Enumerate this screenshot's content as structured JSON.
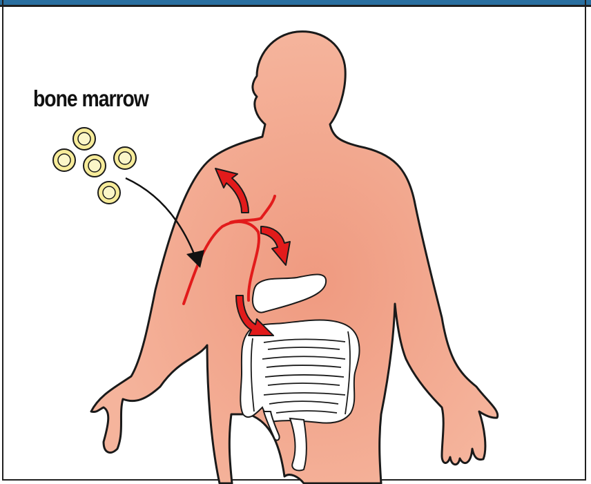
{
  "diagram": {
    "label": "bone marrow",
    "colors": {
      "skin": "#f5b49c",
      "skin_glow": "#ef9a80",
      "outline": "#1a1a1a",
      "vessel": "#e21b1b",
      "arrow_fill": "#e21b1b",
      "cell_fill": "#f7ec9a",
      "cell_ring": "#fbf6c8",
      "organ_fill": "#ffffff",
      "frame_top": "#2a6fa0"
    },
    "icons": [
      "bone-marrow-cell-icon",
      "body-silhouette",
      "blood-vessel",
      "intestine-organ"
    ]
  }
}
